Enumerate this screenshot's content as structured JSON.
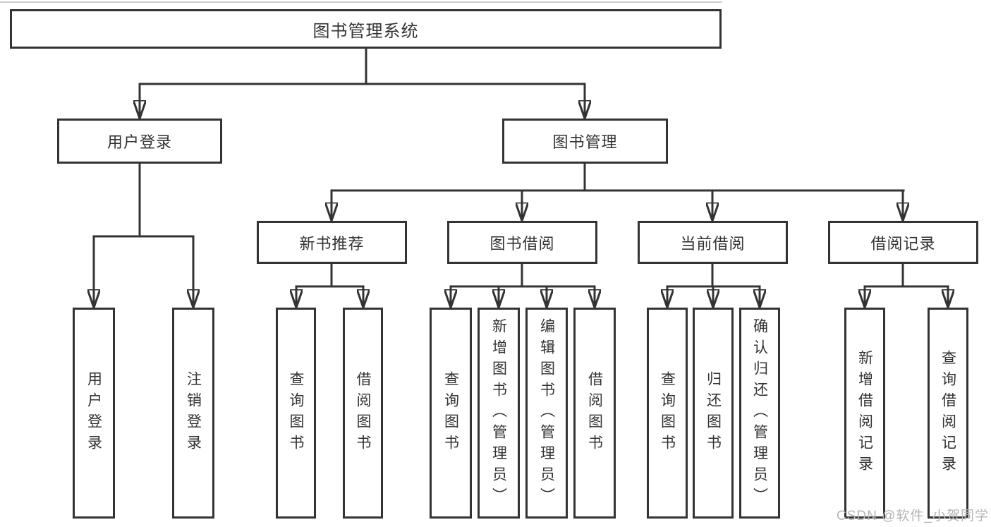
{
  "tree": {
    "root": {
      "label": "图书管理系统"
    },
    "branches": [
      {
        "label": "用户登录",
        "children": [
          {
            "label": "用户登录"
          },
          {
            "label": "注销登录"
          }
        ]
      },
      {
        "label": "图书管理",
        "children": [
          {
            "label": "新书推荐",
            "children": [
              {
                "label": "查询图书"
              },
              {
                "label": "借阅图书"
              }
            ]
          },
          {
            "label": "图书借阅",
            "children": [
              {
                "label": "查询图书"
              },
              {
                "label": "新增图书（管理员）"
              },
              {
                "label": "编辑图书（管理员）"
              },
              {
                "label": "借阅图书"
              }
            ]
          },
          {
            "label": "当前借阅",
            "children": [
              {
                "label": "查询图书"
              },
              {
                "label": "归还图书"
              },
              {
                "label": "确认归还（管理员）"
              }
            ]
          },
          {
            "label": "借阅记录",
            "children": [
              {
                "label": "新增借阅记录"
              },
              {
                "label": "查询借阅记录"
              }
            ]
          }
        ]
      }
    ]
  },
  "style": {
    "line_color": "#333333",
    "box_border_color": "#333333",
    "text_color": "#333333",
    "watermark_color": "#b5b5b5",
    "background": "#ffffff"
  },
  "watermark": {
    "text": "CSDN @软件_小贺同学"
  }
}
